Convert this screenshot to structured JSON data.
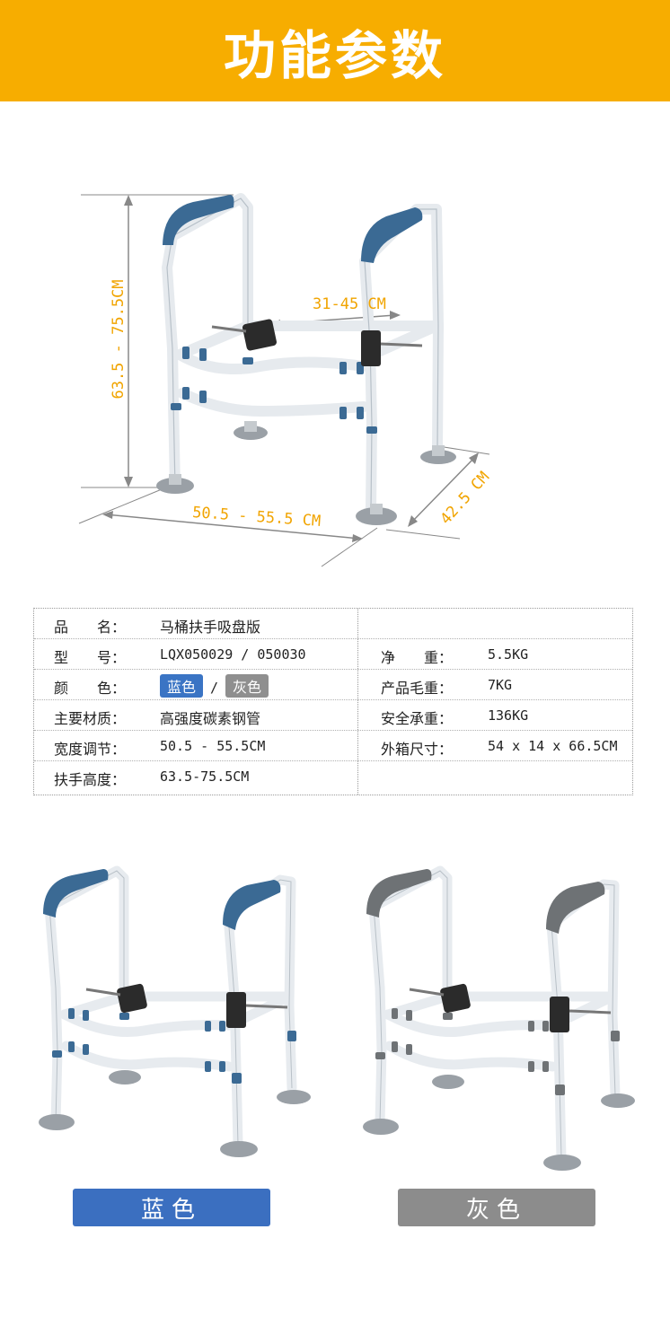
{
  "banner": {
    "title": "功能参数"
  },
  "dimensions": {
    "height_range": "63.5 - 75.5CM",
    "inner_width": "31-45 CM",
    "width_range": "50.5 - 55.5 CM",
    "depth": "42.5 CM"
  },
  "specs": {
    "left": [
      {
        "label": "品　　名：",
        "value": "马桶扶手吸盘版"
      },
      {
        "label": "型　　号：",
        "value": "LQX050029 / 050030"
      },
      {
        "label": "颜　　色：",
        "value_blue": "蓝色",
        "slash": "/",
        "value_gray": "灰色"
      },
      {
        "label": "主要材质：",
        "value": "高强度碳素钢管"
      },
      {
        "label": "宽度调节：",
        "value": "50.5 - 55.5CM"
      },
      {
        "label": "扶手高度：",
        "value": "63.5-75.5CM"
      }
    ],
    "right": [
      {
        "label": "",
        "value": ""
      },
      {
        "label": "净　　重：",
        "value": "5.5KG"
      },
      {
        "label": "产品毛重：",
        "value": "7KG"
      },
      {
        "label": "安全承重：",
        "value": "136KG"
      },
      {
        "label": "外箱尺寸：",
        "value": "54 x 14 x 66.5CM"
      },
      {
        "label": "",
        "value": ""
      }
    ]
  },
  "variants": {
    "blue_label": "蓝色",
    "gray_label": "灰色"
  },
  "colors": {
    "banner": "#f7ad00",
    "accent_blue": "#3b6fc0",
    "pad_blue": "#3b6a94",
    "pad_gray": "#6e7275",
    "dimension_text": "#f1a400"
  }
}
